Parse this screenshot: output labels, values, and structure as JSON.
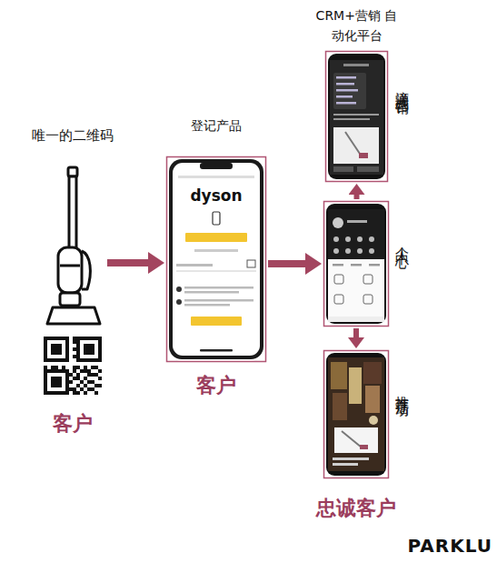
{
  "diagram": {
    "nodes": [
      {
        "text": [
          "唯一的二维码",
          "客户"
        ]
      },
      {
        "text": [
          "登记产品",
          "dyson",
          "客户"
        ]
      },
      {
        "text": [
          "CRM+营销 自动化平台",
          "滴灌式营销"
        ]
      },
      {
        "text": [
          "个人中心"
        ]
      },
      {
        "text": [
          "推荐活动",
          "忠诚客户"
        ]
      }
    ],
    "edges": [
      {
        "from": 0,
        "to": 1,
        "arrow": "to"
      },
      {
        "from": 1,
        "to": 3,
        "arrow": "to"
      },
      {
        "from": 3,
        "to": 2,
        "arrow": "to"
      },
      {
        "from": 3,
        "to": 4,
        "arrow": "to"
      }
    ],
    "labels": [
      "PARKLU"
    ]
  }
}
